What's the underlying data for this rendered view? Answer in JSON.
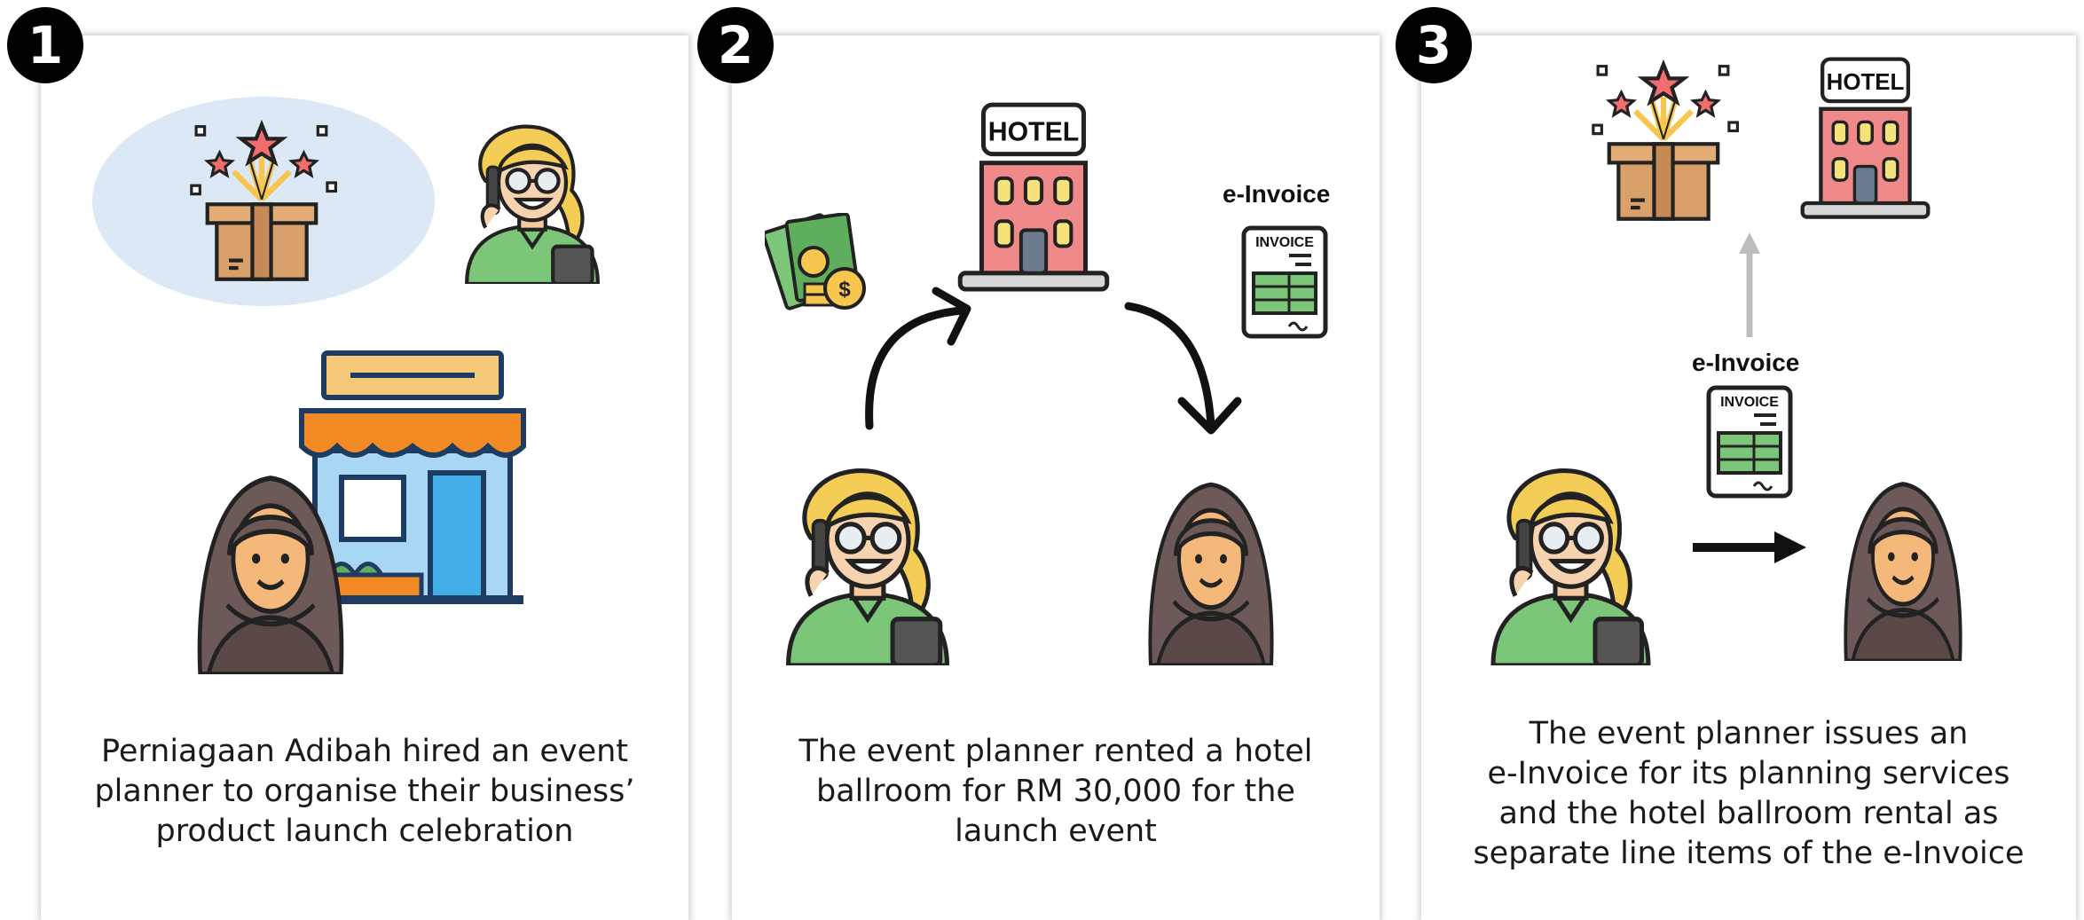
{
  "steps": [
    {
      "number": "1",
      "caption_lines": [
        "Perniagaan Adibah hired an event",
        "planner to organise their business’",
        "product launch celebration"
      ]
    },
    {
      "number": "2",
      "caption_lines": [
        "The event planner rented a hotel",
        "ballroom for RM 30,000 for the",
        "launch event"
      ]
    },
    {
      "number": "3",
      "caption_lines": [
        "The event planner issues an",
        "e-Invoice for its planning services",
        "and the hotel ballroom rental as",
        "separate line items of the e-Invoice"
      ]
    }
  ],
  "labels": {
    "einvoice": "e-Invoice",
    "hotel_sign": "HOTEL",
    "invoice_doc": "INVOICE",
    "dollar": "$"
  }
}
